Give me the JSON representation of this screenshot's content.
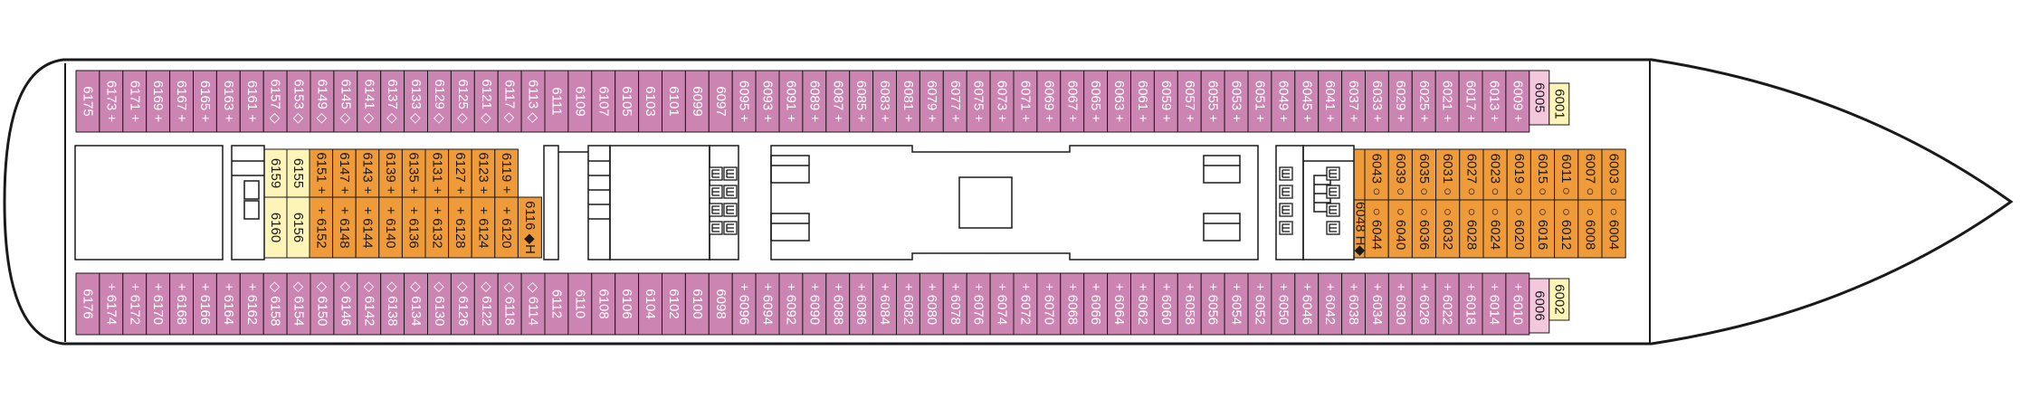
{
  "colors": {
    "outside": "#cc85b3",
    "inside": "#ef9b39",
    "light": "#fdf5b8",
    "hull": "#1a1a1a"
  },
  "top_row": [
    "6175",
    "6173 +",
    "6171 +",
    "6169 +",
    "6167 +",
    "6165 +",
    "6163 +",
    "6161 +",
    "6157 ◇",
    "6153 ◇",
    "6149 ◇",
    "6145 ◇",
    "6141 ◇",
    "6137 ◇",
    "6133 ◇",
    "6129 ◇",
    "6125 ◇",
    "6121 ◇",
    "6117 ◇",
    "6113 ◇",
    "6111",
    "6109",
    "6107",
    "6105",
    "6103",
    "6101",
    "6099",
    "6097",
    "6095 +",
    "6093 +",
    "6091 +",
    "6089 +",
    "6087 +",
    "6085 +",
    "6083 +",
    "6081 +",
    "6079 +",
    "6077 +",
    "6075 +",
    "6073 +",
    "6071 +",
    "6069 +",
    "6067 +",
    "6065 +",
    "6063 +",
    "6061 +",
    "6059 +",
    "6057 +",
    "6055 +",
    "6053 +",
    "6051 +",
    "6049 +",
    "6045 +",
    "6041 +",
    "6037 +",
    "6033 +",
    "6029 +",
    "6025 +",
    "6021 +",
    "6017 +",
    "6013 +",
    "6009 +"
  ],
  "top_row_end": [
    "6005",
    "6001"
  ],
  "bottom_row": [
    "6176",
    "+ 6174",
    "+ 6172",
    "+ 6170",
    "+ 6168",
    "+ 6166",
    "+ 6164",
    "+ 6162",
    "◇ 6158",
    "◇ 6154",
    "◇ 6150",
    "◇ 6146",
    "◇ 6142",
    "◇ 6138",
    "◇ 6134",
    "◇ 6130",
    "◇ 6126",
    "◇ 6122",
    "◇ 6118",
    "◇ 6114",
    "6112",
    "6110",
    "6108",
    "6106",
    "6104",
    "6102",
    "6100",
    "6098",
    "+ 6096",
    "+ 6094",
    "+ 6092",
    "+ 6090",
    "+ 6088",
    "+ 6086",
    "+ 6084",
    "+ 6082",
    "+ 6080",
    "+ 6078",
    "+ 6076",
    "+ 6074",
    "+ 6072",
    "+ 6070",
    "+ 6068",
    "+ 6066",
    "+ 6064",
    "+ 6062",
    "+ 6060",
    "+ 6058",
    "+ 6056",
    "+ 6054",
    "+ 6052",
    "+ 6050",
    "+ 6046",
    "+ 6042",
    "+ 6038",
    "+ 6034",
    "+ 6030",
    "+ 6026",
    "+ 6022",
    "+ 6018",
    "+ 6014",
    "+ 6010"
  ],
  "bottom_row_end": [
    "6006",
    "6002"
  ],
  "aft_light_top": [
    "6159",
    "6155"
  ],
  "aft_light_bottom": [
    "6160",
    "6156"
  ],
  "aft_inside_top": [
    "6151 +",
    "6147 +",
    "6143 +",
    "6139 +",
    "6135 +",
    "6131 +",
    "6127 +",
    "6123 +",
    "6119 +"
  ],
  "aft_inside_bottom": [
    "+ 6152",
    "+ 6148",
    "+ 6144",
    "+ 6140",
    "+ 6136",
    "+ 6132",
    "+ 6128",
    "+ 6124",
    "+ 6120"
  ],
  "aft_special": "6116 ◆H",
  "fwd_inside_top": [
    "6043 ○",
    "6039 ○",
    "6035 ○",
    "6031 ○",
    "6027 ○",
    "6023 ○",
    "6019 ○",
    "6015 ○",
    "6011 ○",
    "6007 ○",
    "6003 ○"
  ],
  "fwd_inside_bottom": [
    "○ 6044",
    "○ 6040",
    "○ 6036",
    "○ 6032",
    "○ 6028",
    "○ 6024",
    "○ 6020",
    "○ 6016",
    "○ 6012",
    "○ 6008",
    "○ 6004"
  ],
  "fwd_special": "6048 H◆",
  "lift_icon": "elevator-icon"
}
